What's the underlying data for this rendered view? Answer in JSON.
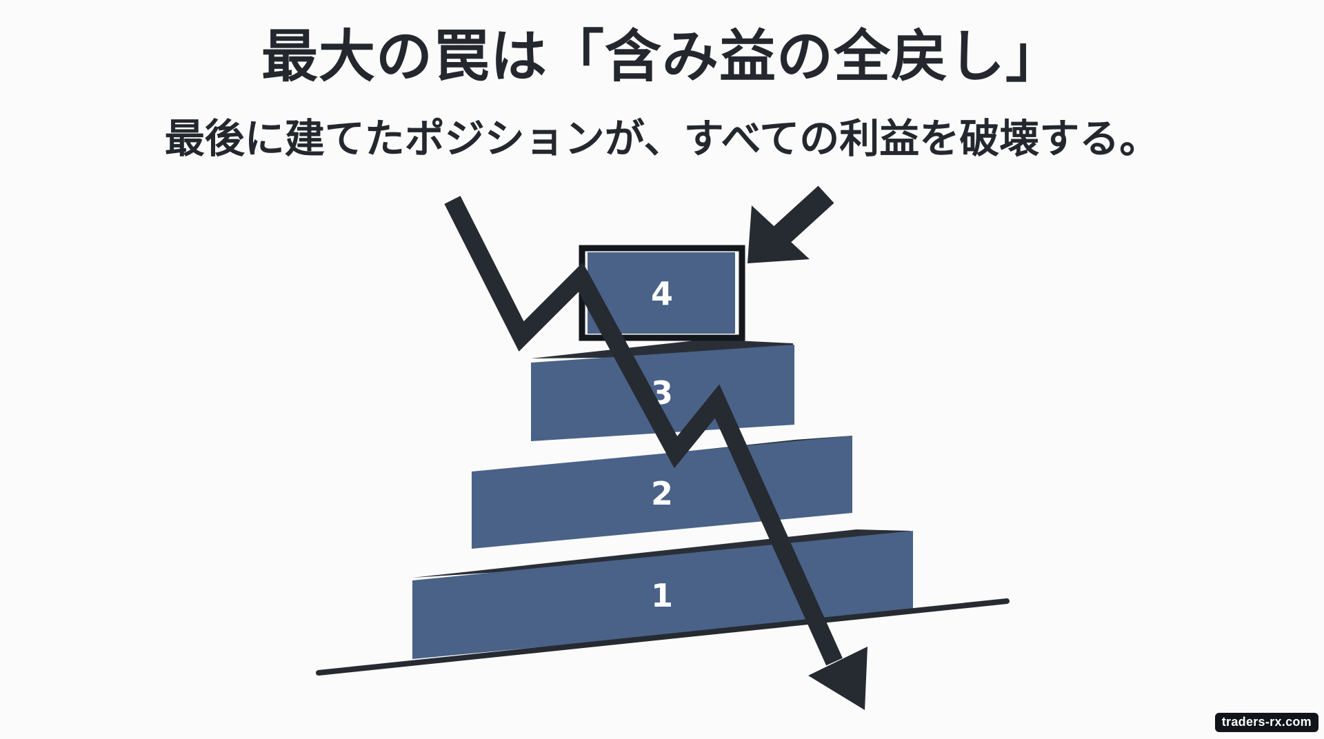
{
  "title": "最大の罠は「含み益の全戻し」",
  "subtitle": "最後に建てたポジションが、すべての利益を破壊する。",
  "layers": [
    {
      "label": "1"
    },
    {
      "label": "2"
    },
    {
      "label": "3"
    },
    {
      "label": "4"
    }
  ],
  "highlighted_layer": "4",
  "watermark": "traders-rx.com",
  "colors": {
    "background": "#fbfbfb",
    "layer_fill": "#4a6288",
    "ink": "#24282e",
    "watermark_bg": "#111418"
  },
  "icons": {
    "pointer_arrow": "arrow-down-left-icon",
    "price_path": "zigzag-down-arrow-icon"
  }
}
